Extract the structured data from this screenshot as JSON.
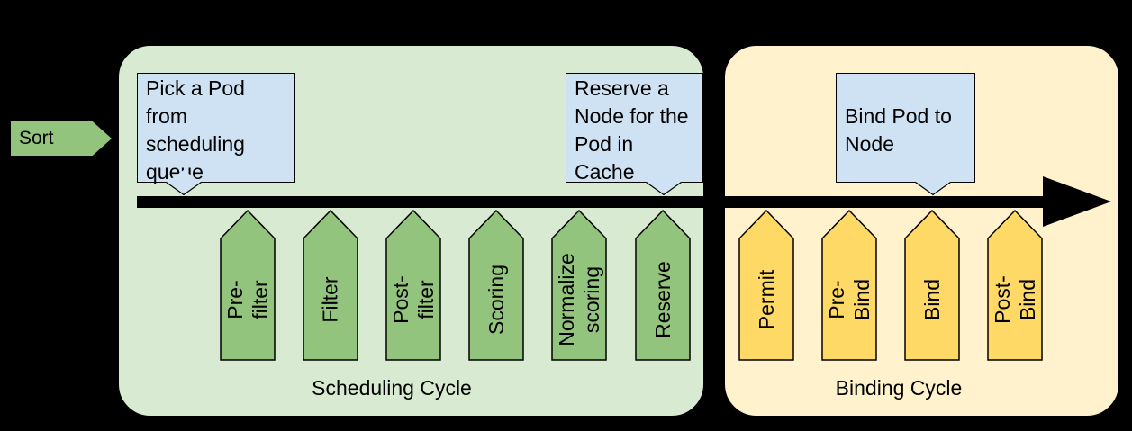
{
  "colors": {
    "background": "#000000",
    "scheduling_container": "#d9ead3",
    "scheduling_arrow": "#93c47d",
    "binding_container": "#fff2cc",
    "binding_arrow": "#ffd966",
    "callout": "#cfe2f3",
    "timeline": "#000000",
    "outline": "#000000",
    "text": "#000000"
  },
  "sort": {
    "label": "Sort"
  },
  "scheduling": {
    "title": "Scheduling Cycle",
    "plugins": [
      "Pre-filter",
      "Filter",
      "Post-filter",
      "Scoring",
      "Normalize\nscoring",
      "Reserve"
    ],
    "callouts": [
      {
        "text": "Pick a Pod from\nscheduling\nqueue"
      },
      {
        "text": "Reserve a\nNode for the\nPod in Cache"
      }
    ]
  },
  "binding": {
    "title": "Binding Cycle",
    "plugins": [
      "Permit",
      "Pre-Bind",
      "Bind",
      "Post-Bind"
    ],
    "callouts": [
      {
        "text": "Bind Pod to\nNode"
      }
    ]
  }
}
